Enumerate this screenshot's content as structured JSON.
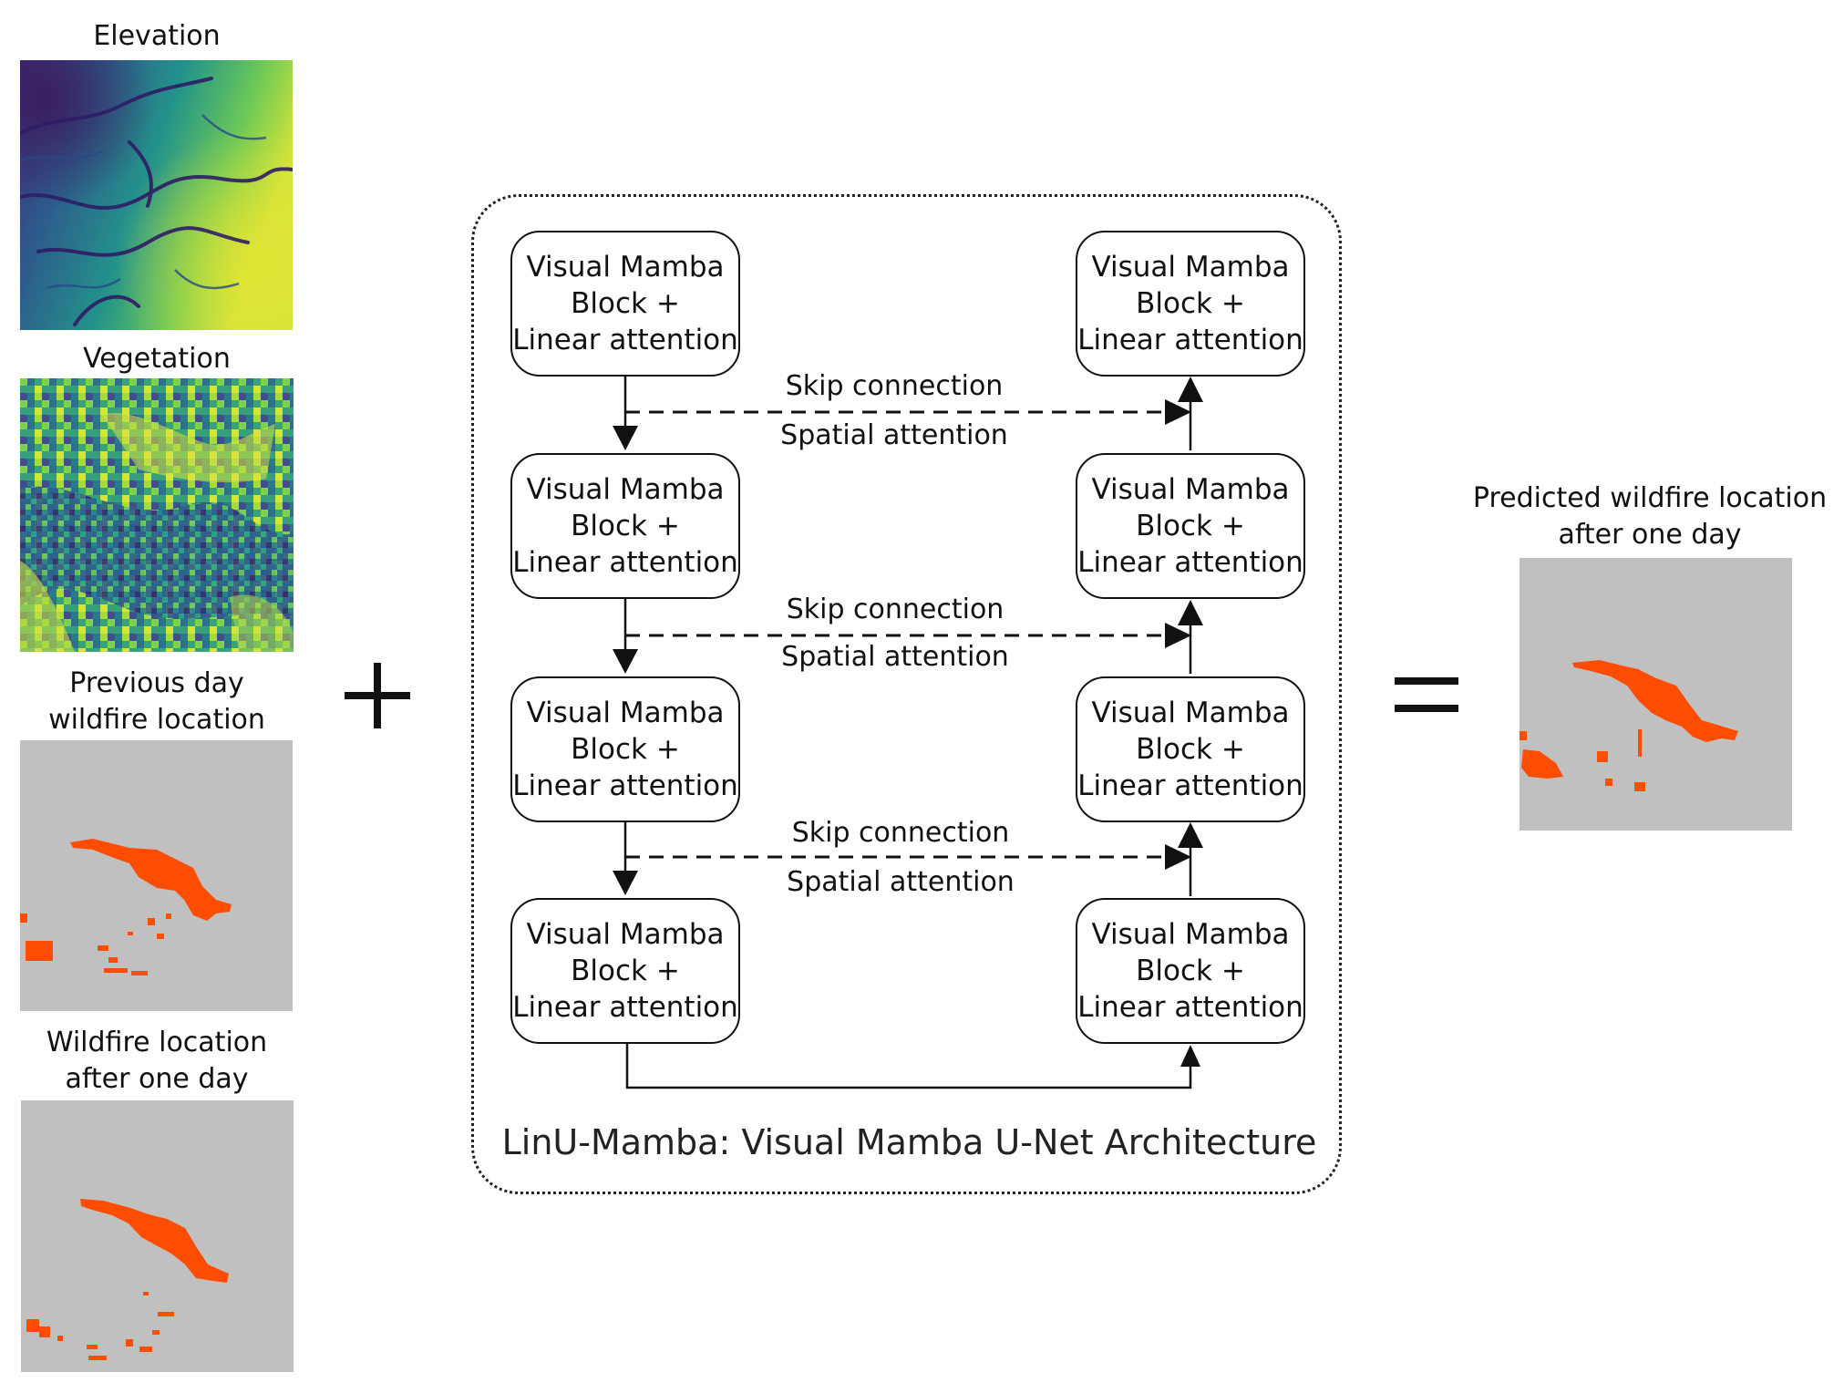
{
  "inputs": {
    "elevation": {
      "label": "Elevation"
    },
    "vegetation": {
      "label": "Vegetation"
    },
    "previous_fire": {
      "label_line1": "Previous day",
      "label_line2": "wildfire location"
    },
    "next_fire": {
      "label_line1": "Wildfire location",
      "label_line2": "after one day"
    }
  },
  "operators": {
    "plus": "+",
    "equals": "="
  },
  "architecture": {
    "title": "LinU-Mamba: Visual Mamba U-Net Architecture",
    "block_line1": "Visual Mamba",
    "block_line2": "Block +",
    "block_line3": "Linear attention",
    "skip_top": "Skip connection",
    "skip_bottom": "Spatial attention"
  },
  "output": {
    "label_line1": "Predicted wildfire location",
    "label_line2": "after one day"
  },
  "colors": {
    "fire": "#ff4d00",
    "background_map": "#c0c0c0",
    "stroke": "#111111"
  }
}
